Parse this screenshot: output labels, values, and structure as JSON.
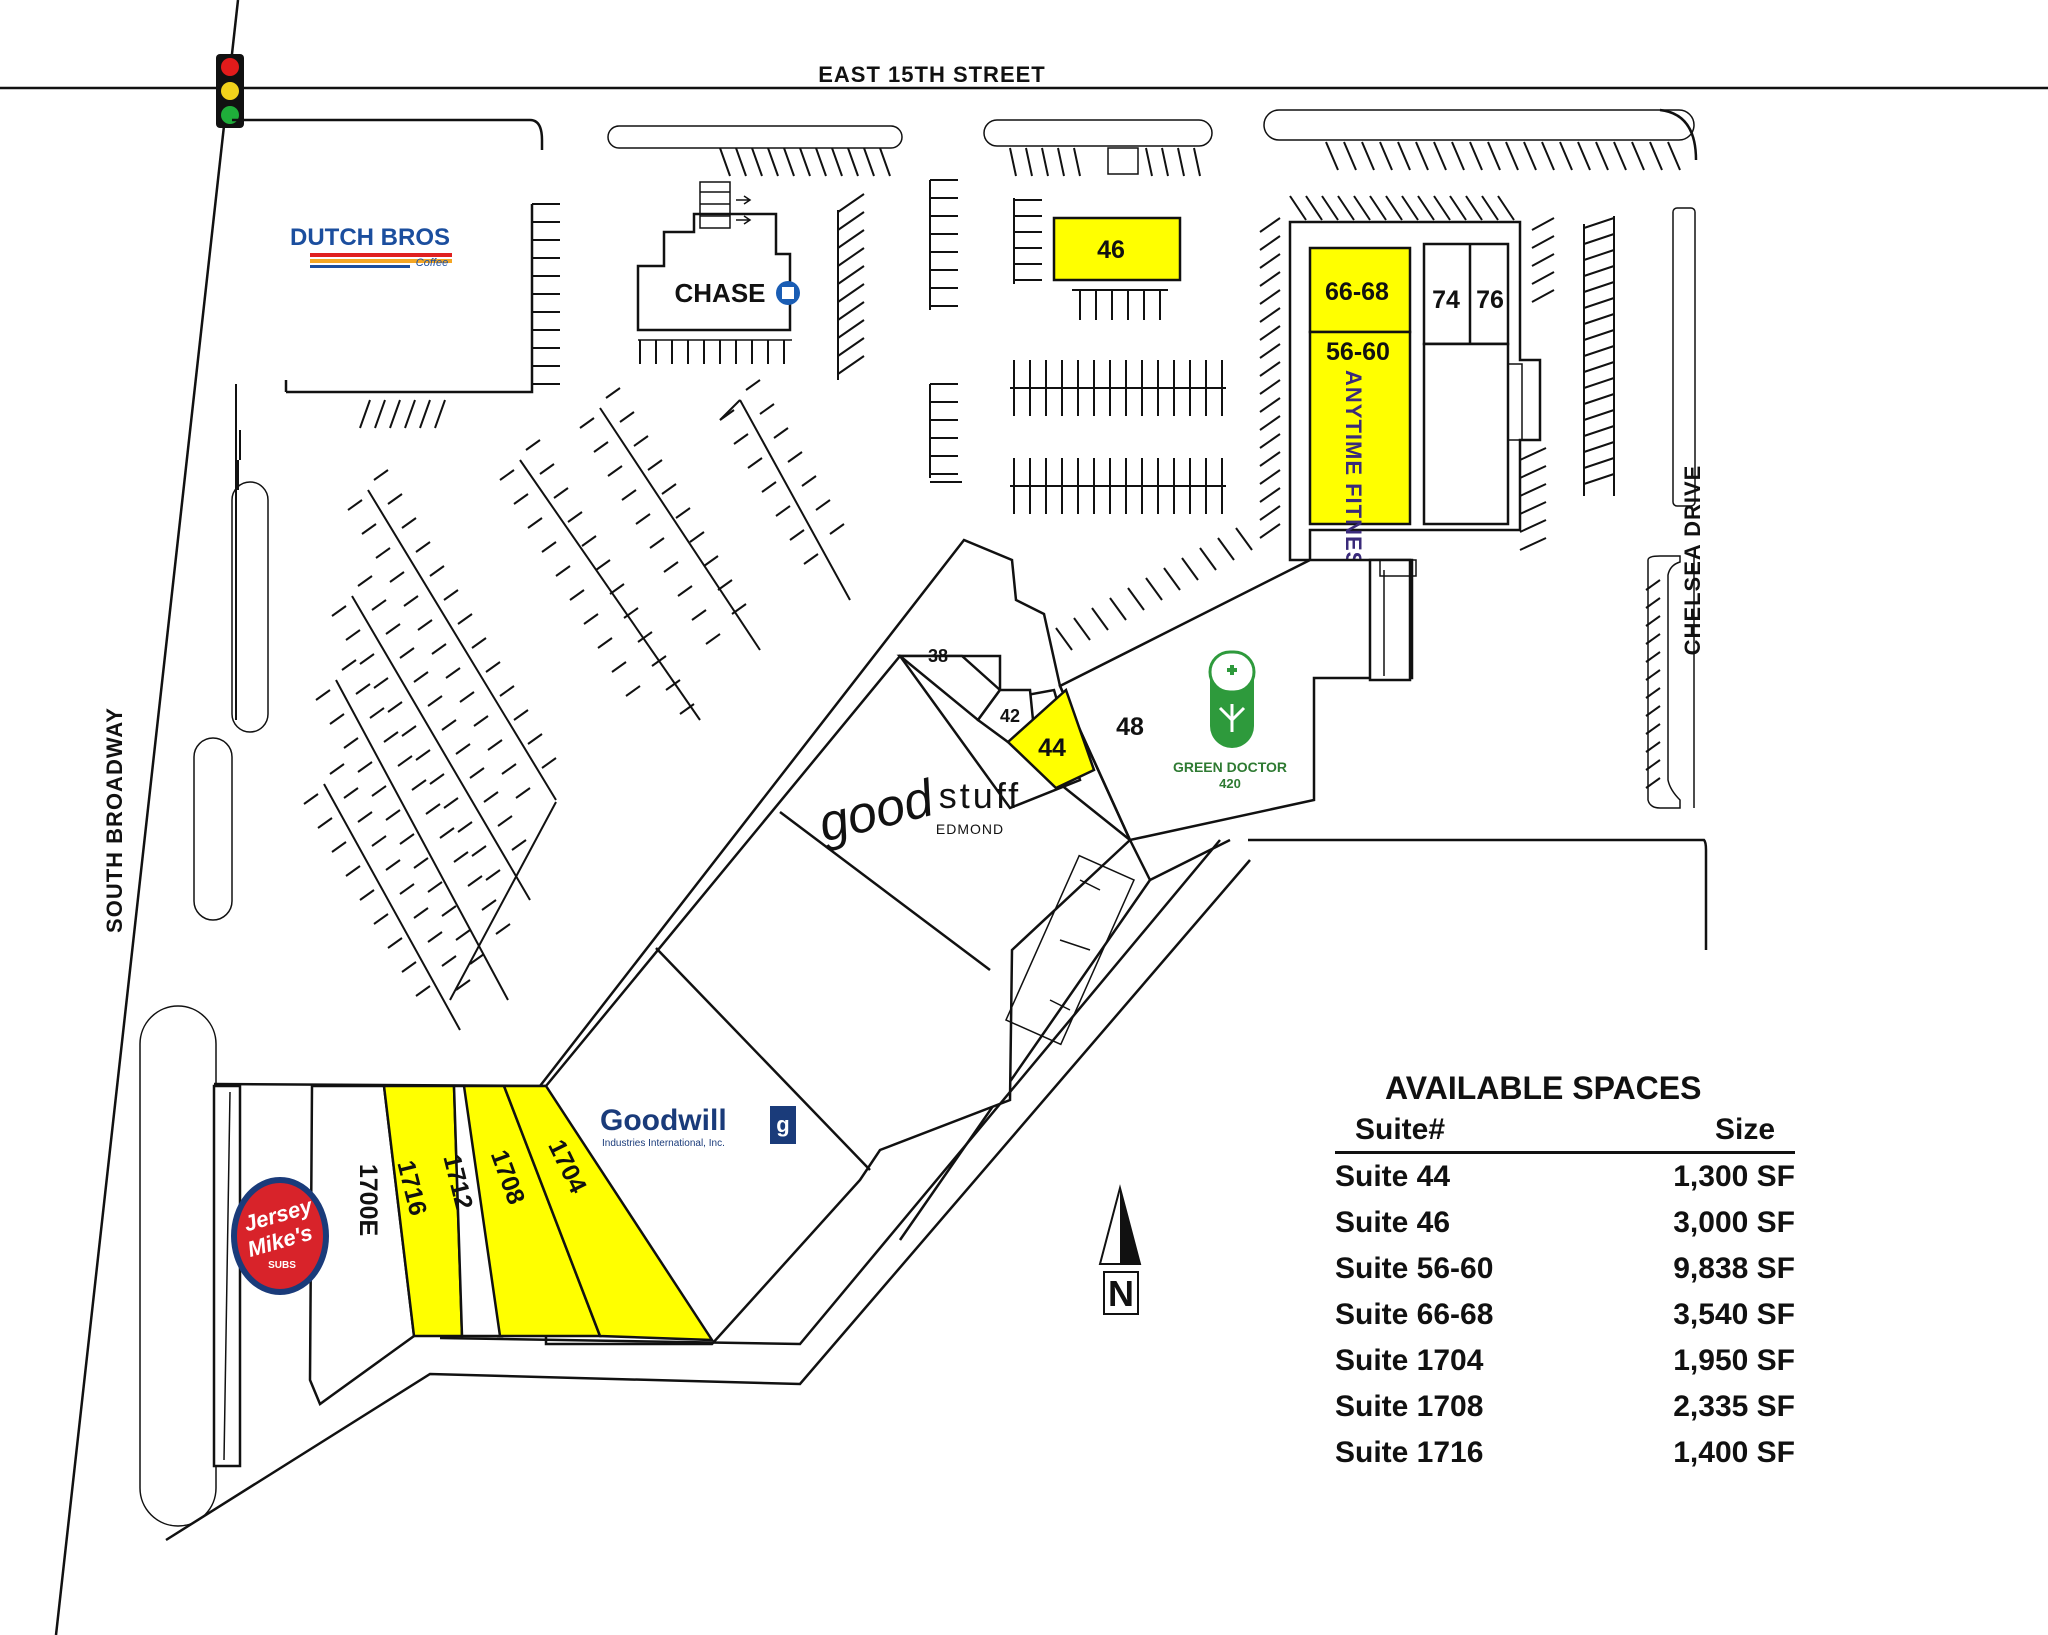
{
  "streets": {
    "north": "EAST 15TH STREET",
    "west": "SOUTH BROADWAY",
    "east": "CHELSEA DRIVE"
  },
  "tenants": {
    "dutch_bros": {
      "line1": "DUTCH BROS",
      "line2": "Coffee"
    },
    "chase": "CHASE",
    "anytime_fitness": "ANYTIME FITNESS",
    "green_doctor": {
      "line1": "GREEN DOCTOR",
      "line2": "420"
    },
    "good_stuff": {
      "line1": "good",
      "line2": "stuff",
      "line3": "EDMOND"
    },
    "goodwill": {
      "line1": "Goodwill",
      "line2": "Industries International, Inc."
    },
    "jersey_mikes": {
      "line1": "Jersey",
      "line2": "Mike's",
      "line3": "SUBS"
    }
  },
  "suites": {
    "s46": "46",
    "s66_68": "66-68",
    "s56_60": "56-60",
    "s74": "74",
    "s76": "76",
    "s38": "38",
    "s42": "42",
    "s44": "44",
    "s48": "48",
    "s1700e": "1700E",
    "s1716": "1716",
    "s1712": "1712",
    "s1708": "1708",
    "s1704": "1704"
  },
  "compass": {
    "letter": "N"
  },
  "colors": {
    "available": "#ffff00",
    "line": "#111111",
    "signal_red": "#e31b1b",
    "signal_yellow": "#f2d21b",
    "signal_green": "#1fae3a"
  },
  "legend": {
    "title": "AVAILABLE SPACES",
    "col_suite": "Suite#",
    "col_size": "Size",
    "rows": [
      {
        "suite": "Suite 44",
        "size": "1,300 SF"
      },
      {
        "suite": "Suite 46",
        "size": "3,000 SF"
      },
      {
        "suite": "Suite 56-60",
        "size": "9,838 SF"
      },
      {
        "suite": "Suite 66-68",
        "size": "3,540 SF"
      },
      {
        "suite": "Suite 1704",
        "size": "1,950 SF"
      },
      {
        "suite": "Suite 1708",
        "size": "2,335 SF"
      },
      {
        "suite": "Suite 1716",
        "size": "1,400 SF"
      }
    ]
  }
}
